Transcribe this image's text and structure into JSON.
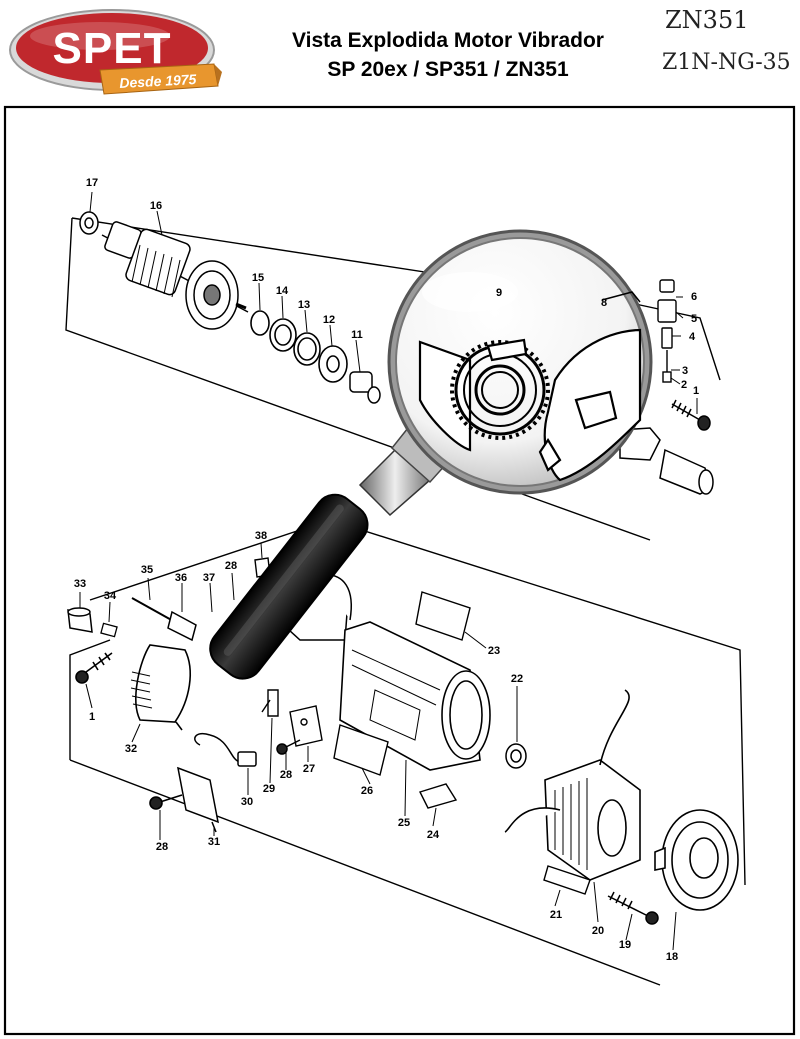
{
  "header": {
    "brand": "SPET",
    "tagline": "Desde 1975",
    "title_line1": "Vista Explodida Motor Vibrador",
    "title_line2": "SP 20ex / SP351 / ZN351",
    "code_top": "ZN351",
    "code_bottom": "Z1N-NG-35"
  },
  "colors": {
    "brand_red": "#c0282d",
    "ribbon_orange": "#e8962e",
    "line": "#000000"
  },
  "callouts": [
    {
      "id": "c1a",
      "label": "1"
    },
    {
      "id": "c2",
      "label": "2"
    },
    {
      "id": "c3",
      "label": "3"
    },
    {
      "id": "c4",
      "label": "4"
    },
    {
      "id": "c5",
      "label": "5"
    },
    {
      "id": "c6",
      "label": "6"
    },
    {
      "id": "c8",
      "label": "8"
    },
    {
      "id": "c9",
      "label": "9"
    },
    {
      "id": "c11",
      "label": "11"
    },
    {
      "id": "c12",
      "label": "12"
    },
    {
      "id": "c13",
      "label": "13"
    },
    {
      "id": "c14",
      "label": "14"
    },
    {
      "id": "c15",
      "label": "15"
    },
    {
      "id": "c16",
      "label": "16"
    },
    {
      "id": "c17",
      "label": "17"
    },
    {
      "id": "c18",
      "label": "18"
    },
    {
      "id": "c19",
      "label": "19"
    },
    {
      "id": "c20",
      "label": "20"
    },
    {
      "id": "c21",
      "label": "21"
    },
    {
      "id": "c22",
      "label": "22"
    },
    {
      "id": "c23",
      "label": "23"
    },
    {
      "id": "c24",
      "label": "24"
    },
    {
      "id": "c25",
      "label": "25"
    },
    {
      "id": "c26",
      "label": "26"
    },
    {
      "id": "c27",
      "label": "27"
    },
    {
      "id": "c28a",
      "label": "28"
    },
    {
      "id": "c28b",
      "label": "28"
    },
    {
      "id": "c28c",
      "label": "28"
    },
    {
      "id": "c29",
      "label": "29"
    },
    {
      "id": "c30",
      "label": "30"
    },
    {
      "id": "c31",
      "label": "31"
    },
    {
      "id": "c32",
      "label": "32"
    },
    {
      "id": "c33",
      "label": "33"
    },
    {
      "id": "c34",
      "label": "34"
    },
    {
      "id": "c35",
      "label": "35"
    },
    {
      "id": "c36",
      "label": "36"
    },
    {
      "id": "c37",
      "label": "37"
    },
    {
      "id": "c38",
      "label": "38"
    },
    {
      "id": "c1b",
      "label": "1"
    }
  ]
}
